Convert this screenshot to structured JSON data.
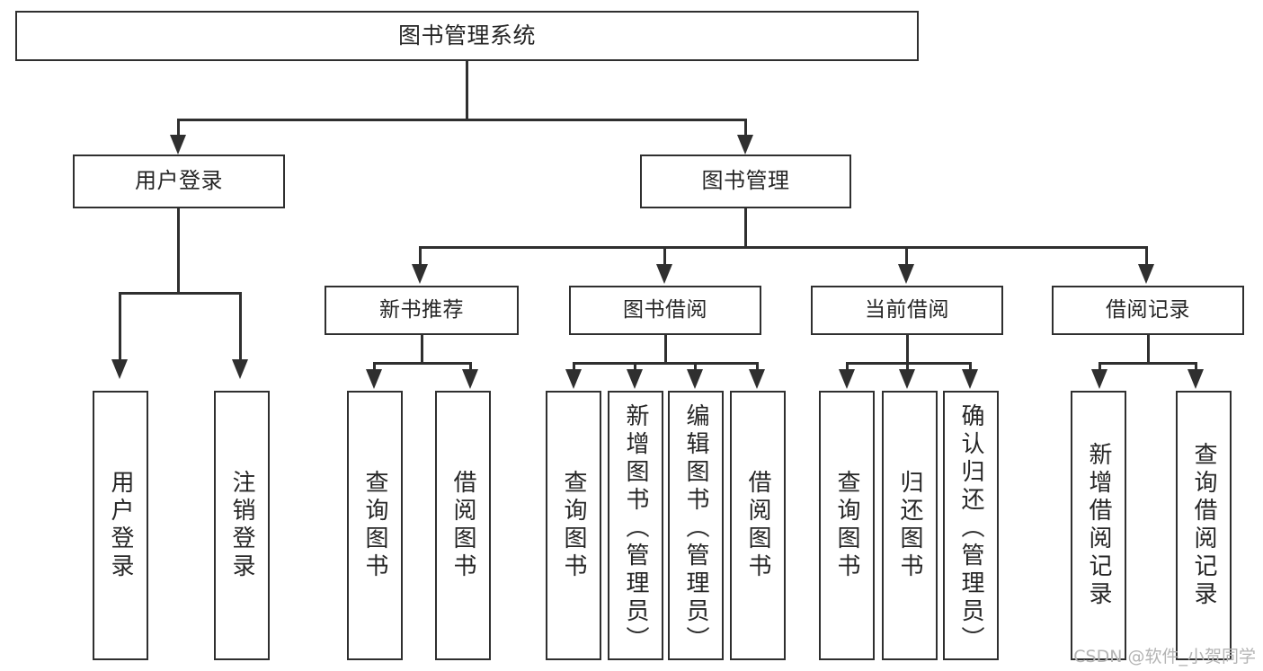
{
  "diagram": {
    "title": "图书管理系统",
    "type": "functional-structure-tree",
    "root": {
      "label": "图书管理系统"
    },
    "level2": [
      {
        "label": "用户登录"
      },
      {
        "label": "图书管理"
      }
    ],
    "level3": [
      {
        "label": "新书推荐"
      },
      {
        "label": "图书借阅"
      },
      {
        "label": "当前借阅"
      },
      {
        "label": "借阅记录"
      }
    ],
    "leaves": {
      "user_login": [
        {
          "label": "用户登录"
        },
        {
          "label": "注销登录"
        }
      ],
      "new_book_recommend": [
        {
          "label": "查询图书"
        },
        {
          "label": "借阅图书"
        }
      ],
      "book_borrow": [
        {
          "label": "查询图书"
        },
        {
          "label": "新增图书（管理员）"
        },
        {
          "label": "编辑图书（管理员）"
        },
        {
          "label": "借阅图书"
        }
      ],
      "current_borrow": [
        {
          "label": "查询图书"
        },
        {
          "label": "归还图书"
        },
        {
          "label": "确认归还（管理员）"
        }
      ],
      "borrow_record": [
        {
          "label": "新增借阅记录"
        },
        {
          "label": "查询借阅记录"
        }
      ]
    }
  },
  "watermark": {
    "text": "CSDN @软件_小贺同学"
  },
  "colors": {
    "border": "#2f2f2f",
    "text": "#262626",
    "background": "#ffffff",
    "watermark": "#b4b4b4"
  }
}
